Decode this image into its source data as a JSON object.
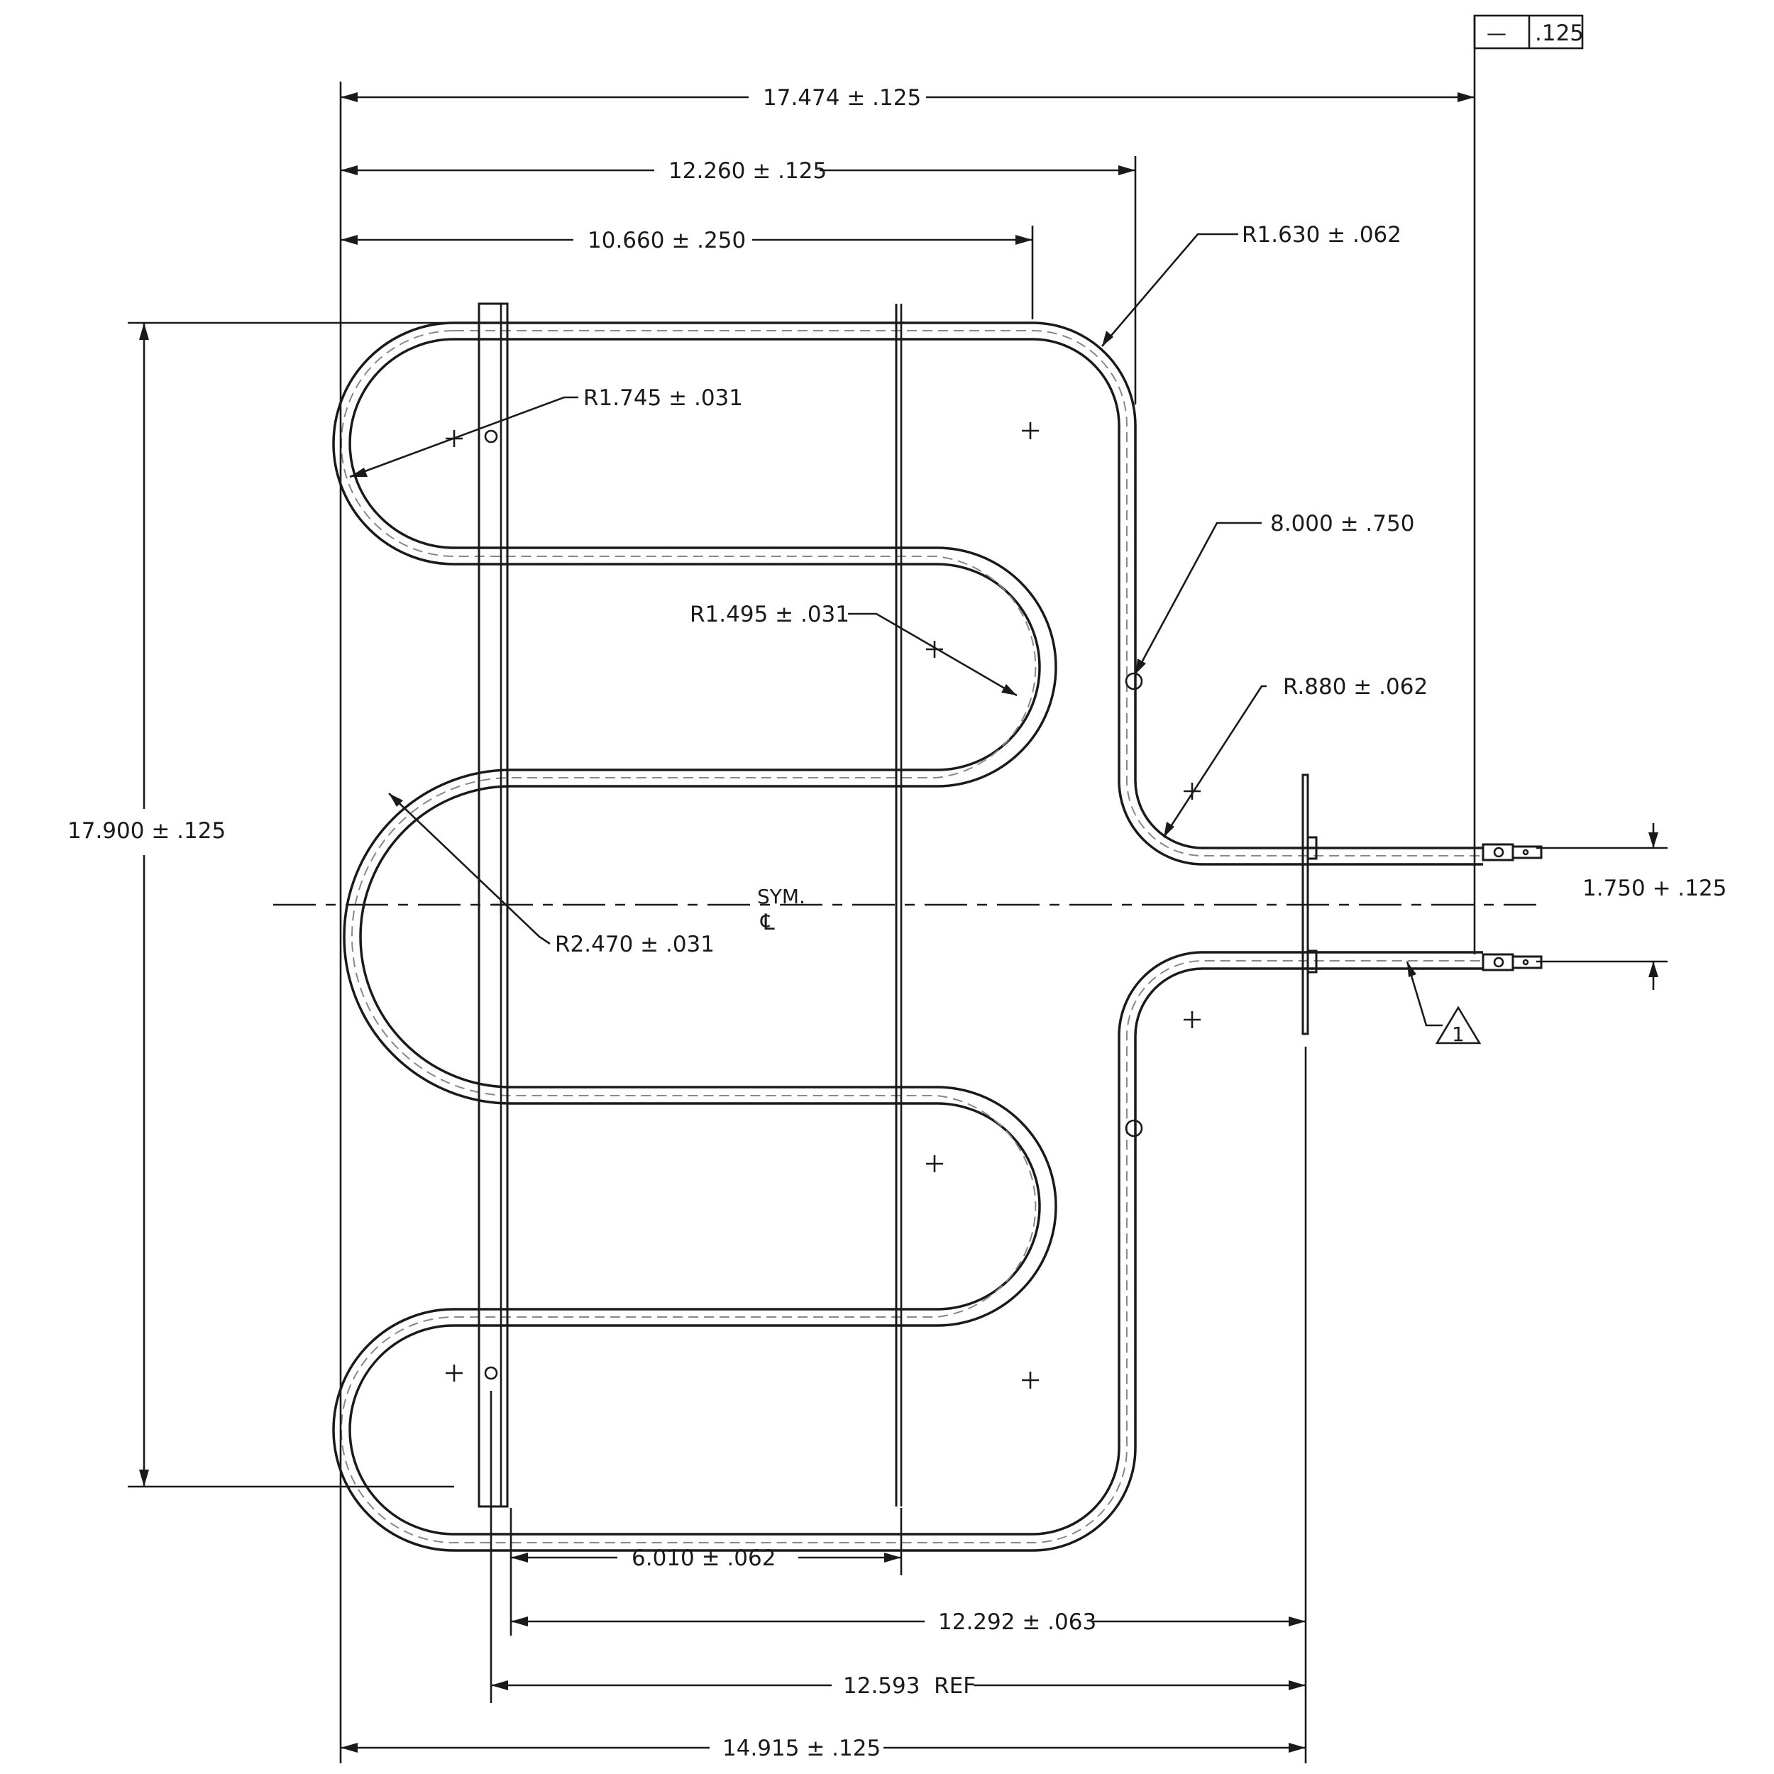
{
  "dimensions": {
    "overall_width": "17.474 ± .125",
    "width_to_bend": "12.260 ± .125",
    "width_to_coil": "10.660 ± .250",
    "radius_top_bend": "R1.630 ± .062",
    "radius_left_top": "R1.745 ± .031",
    "straight_length": "8.000 ± .750",
    "radius_inner_upper": "R1.495 ± .031",
    "radius_terminal_bend": "R.880 ± .062",
    "overall_height": "17.900 ± .125",
    "radius_left_center": "R2.470 ± .031",
    "terminal_spacing": "1.750 + .125",
    "support_spacing": "6.010 ± .062",
    "bracket_to_flange": "12.292 ± .063",
    "reference_length": "12.593  REF",
    "overall_length": "14.915 ± .125"
  },
  "centerline": {
    "sym": "SYM.",
    "mark": "℄"
  },
  "tolerance_frame": {
    "symbol": "—",
    "value": ".125"
  },
  "note_flag": "1"
}
